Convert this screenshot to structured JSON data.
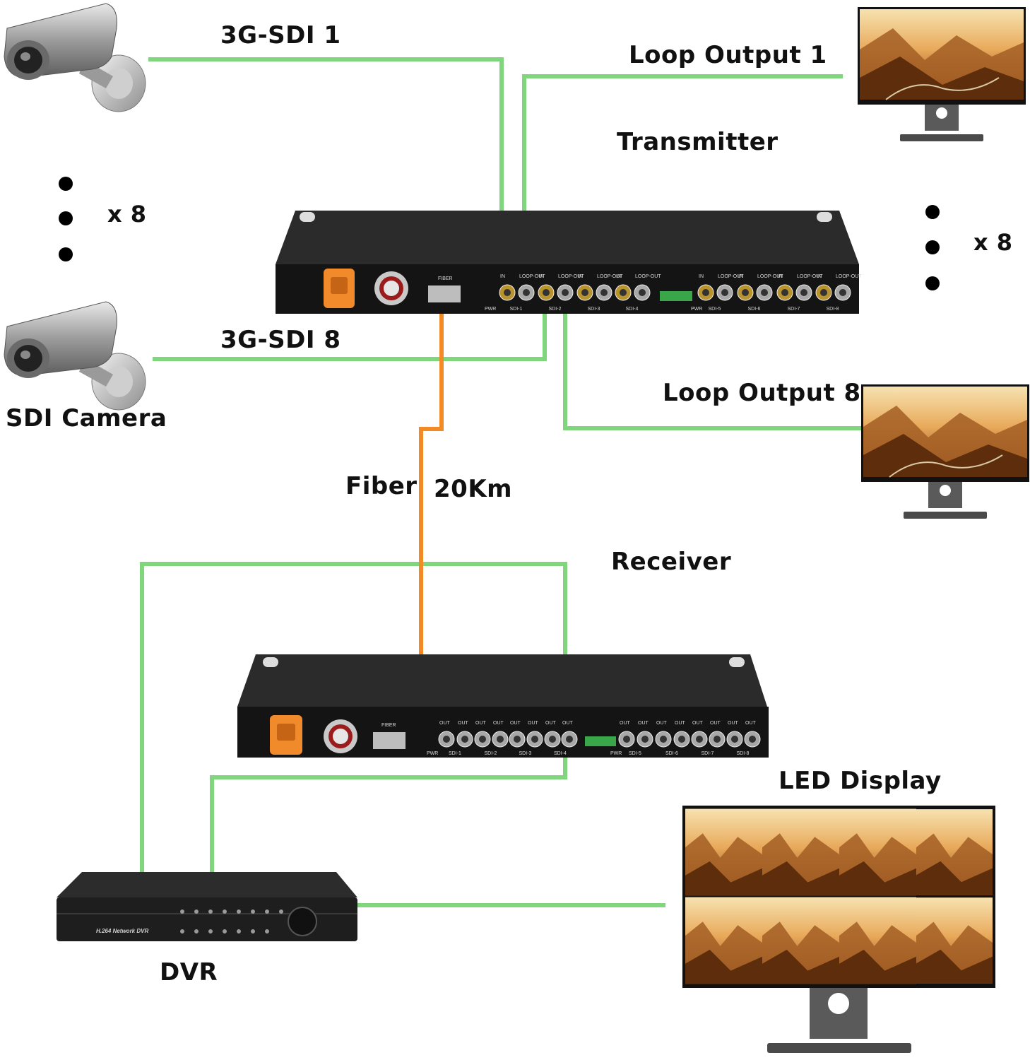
{
  "labels": {
    "sdi1": "3G-SDI 1",
    "sdi8": "3G-SDI 8",
    "loop1": "Loop Output 1",
    "loop8": "Loop Output 8",
    "transmitter": "Transmitter",
    "receiver": "Receiver",
    "fiber": "Fiber",
    "distance": "20Km",
    "camera": "SDI Camera",
    "dvr": "DVR",
    "led_display": "LED Display",
    "multiplier_left": "x 8",
    "multiplier_right": "x 8"
  },
  "devices": {
    "tx_fiber_label": "FIBER",
    "tx_pwr_label_1": "PWR",
    "tx_pwr_label_2": "PWR",
    "tx_port_top": [
      "IN",
      "LOOP-OUT",
      "IN",
      "LOOP-OUT",
      "IN",
      "LOOP-OUT",
      "IN",
      "LOOP-OUT",
      "IN",
      "LOOP-OUT",
      "IN",
      "LOOP-OUT",
      "IN",
      "LOOP-OUT",
      "IN",
      "LOOP-OUT"
    ],
    "tx_channels": [
      "SDI-1",
      "SDI-2",
      "SDI-3",
      "SDI-4",
      "SDI-5",
      "SDI-6",
      "SDI-7",
      "SDI-8"
    ],
    "rx_fiber_label": "FIBER",
    "rx_pwr_label_1": "PWR",
    "rx_pwr_label_2": "PWR",
    "rx_port_top": [
      "OUT",
      "OUT",
      "OUT",
      "OUT",
      "OUT",
      "OUT",
      "OUT",
      "OUT",
      "OUT",
      "OUT",
      "OUT",
      "OUT",
      "OUT",
      "OUT",
      "OUT",
      "OUT"
    ],
    "rx_channels": [
      "SDI-1",
      "SDI-2",
      "SDI-3",
      "SDI-4",
      "SDI-5",
      "SDI-6",
      "SDI-7",
      "SDI-8"
    ],
    "dvr_brand": "H.264 Network DVR"
  },
  "colors": {
    "sdi_cable": "#7fd67c",
    "fiber_cable": "#f28a25",
    "device_body": "#1c1c1c",
    "power_socket": "#f08a2a"
  }
}
